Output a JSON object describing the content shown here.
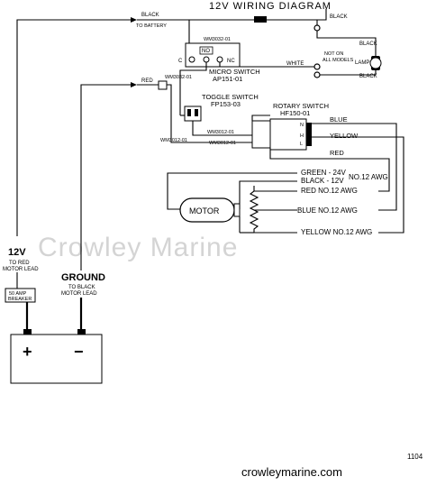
{
  "title": "12V WIRING DIAGRAM",
  "watermark": "Crowley Marine",
  "footer_url": "crowleymarine.com",
  "page_number": "1104",
  "battery": {
    "label_12v": "12V",
    "to_red": "TO RED",
    "motor_lead": "MOTOR LEAD",
    "ground": "GROUND",
    "to_black": "TO BLACK",
    "motor_lead_2": "MOTOR LEAD",
    "breaker_line1": "50 AMP",
    "breaker_line2": "BREAKER",
    "plus": "+",
    "minus": "−"
  },
  "top": {
    "black": "BLACK",
    "to_battery": "TO BATTERY",
    "black_right": "BLACK",
    "red": "RED"
  },
  "micro_switch": {
    "part": "WM3032-01",
    "part_left": "WM3032-01",
    "name": "MICRO SWITCH",
    "code": "AP151-01",
    "no": "NO",
    "nc": "NC",
    "c": "C"
  },
  "toggle_switch": {
    "name": "TOGGLE SWITCH",
    "code": "FP153-03",
    "part_a": "WM3012-01",
    "part_b": "WM3012-01",
    "part_c": "WM3012-01"
  },
  "rotary_switch": {
    "name": "ROTARY SWITCH",
    "code": "HF150-01",
    "n": "N",
    "h": "H",
    "l": "L"
  },
  "lamp": {
    "label": "LAMP",
    "note1": "NOT ON",
    "note2": "ALL MODELS",
    "white": "WHITE",
    "black_1": "BLACK",
    "black_2": "BLACK"
  },
  "wires": {
    "blue": "BLUE",
    "yellow": "YELLOW",
    "red": "RED",
    "green": "GREEN - 24V",
    "black": "BLACK - 12V",
    "no12": "NO.12 AWG",
    "red_awg": "RED  NO.12 AWG",
    "blue_awg": "BLUE  NO.12 AWG",
    "yellow_awg": "YELLOW  NO.12 AWG"
  },
  "motor": {
    "label": "MOTOR"
  }
}
